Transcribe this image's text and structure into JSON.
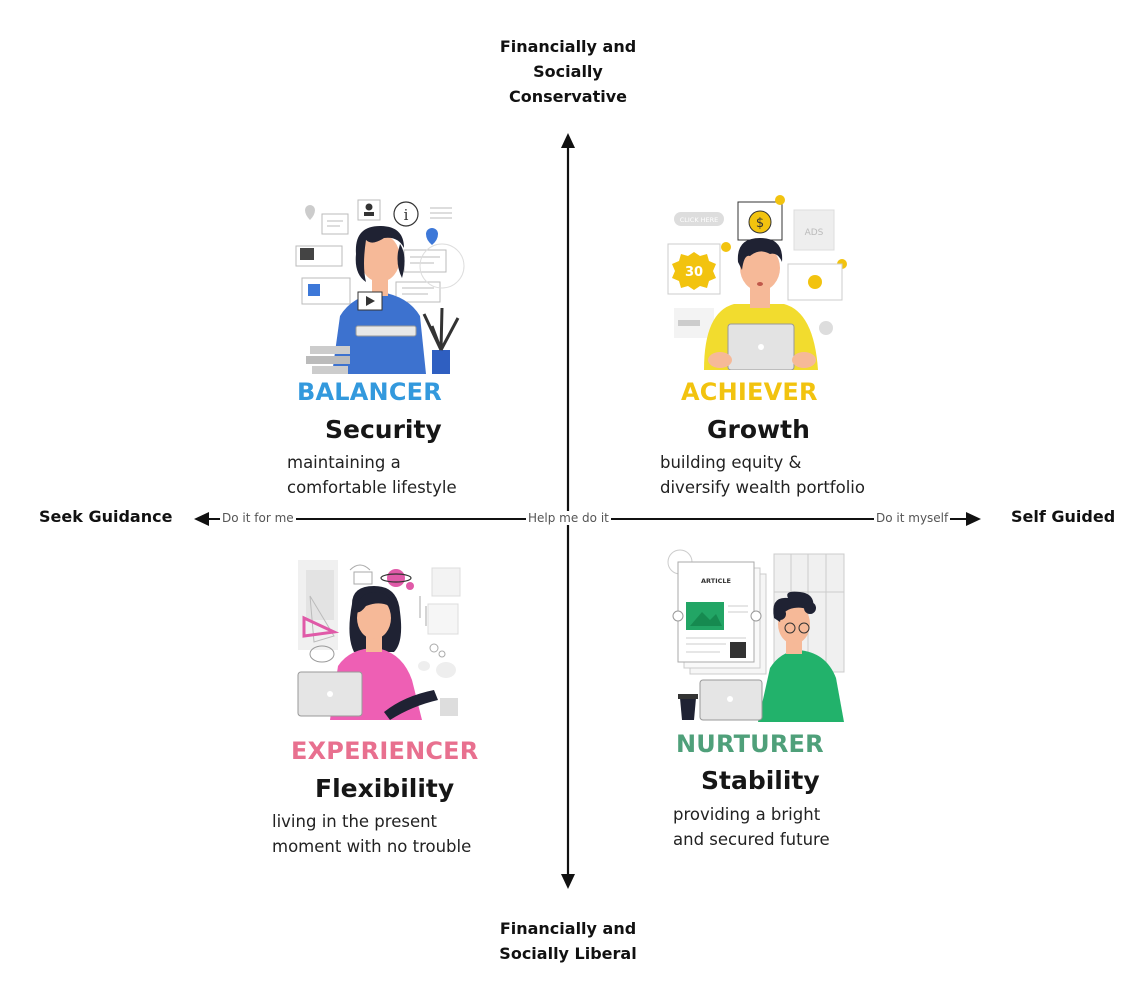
{
  "axes": {
    "top": "Financially and Socially Conservative",
    "top_lines": [
      "Financially and",
      "Socially",
      "Conservative"
    ],
    "bottom_lines": [
      "Financially and",
      "Socially Liberal"
    ],
    "left": "Seek Guidance",
    "right": "Self Guided",
    "ticks": {
      "left": "Do it for me",
      "center": "Help me do it",
      "right": "Do it myself"
    }
  },
  "quadrants": {
    "top_left": {
      "name": "BALANCER",
      "value": "Security",
      "desc": [
        "maintaining a",
        "comfortable lifestyle"
      ],
      "color": "#3399dd"
    },
    "top_right": {
      "name": "ACHIEVER",
      "value": "Growth",
      "desc": [
        "building equity &",
        "diversify wealth portfolio"
      ],
      "color": "#f2c30f"
    },
    "bottom_left": {
      "name": "EXPERIENCER",
      "value": "Flexibility",
      "desc": [
        "living in the present",
        "moment with no trouble"
      ],
      "color": "#e8708f"
    },
    "bottom_right": {
      "name": "NURTURER",
      "value": "Stability",
      "desc": [
        "providing a bright",
        "and secured future"
      ],
      "color": "#4fa07a"
    }
  },
  "illustrations": {
    "achiever_badge": "30",
    "achiever_click": "CLICK HERE",
    "achiever_ads": "ADS",
    "nurturer_article": "ARTICLE"
  }
}
